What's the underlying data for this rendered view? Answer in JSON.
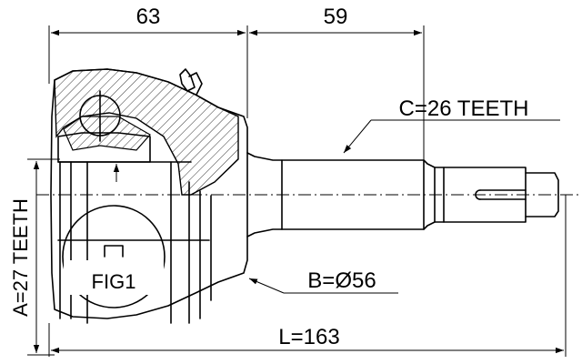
{
  "drawing": {
    "dimensions": {
      "top_left": "63",
      "top_right": "59",
      "spline_c": "C=26 TEETH",
      "diameter_b": "B=Ø56",
      "length_l": "L=163",
      "spline_a": "A=27 TEETH"
    },
    "figure_label": "FIG1"
  }
}
